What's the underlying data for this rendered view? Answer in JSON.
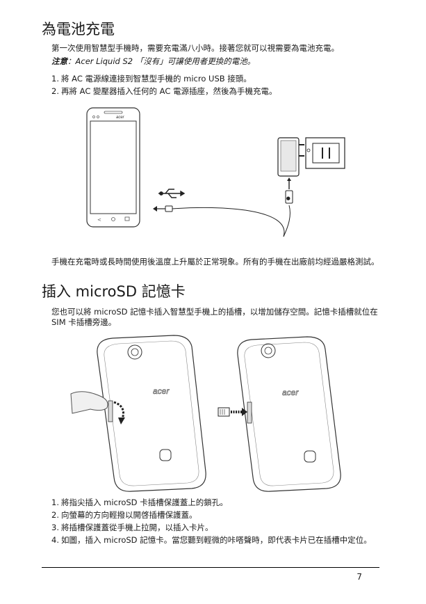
{
  "section1": {
    "title": "為電池充電",
    "intro": "第一次使用智慧型手機時，需要充電滿八小時。接著您就可以視需要為電池充電。",
    "note_label": "注意",
    "note_text": "：Acer Liquid S2 「沒有」可讓使用者更換的電池。",
    "steps": [
      {
        "num": "1.",
        "text": "將 AC 電源線連接到智慧型手機的 micro USB 接頭。"
      },
      {
        "num": "2.",
        "text": "再將 AC 變壓器插入任何的 AC 電源插座，然後為手機充電。"
      }
    ],
    "after": "手機在充電時或長時間使用後溫度上升屬於正常現象。所有的手機在出廠前均經過嚴格測試。"
  },
  "illustration1": {
    "phone_brand": "acer",
    "usb_symbol": "⭭"
  },
  "section2": {
    "title": "插入 microSD 記憶卡",
    "intro": "您也可以將 microSD 記憶卡插入智慧型手機上的插槽，以增加儲存空間。記憶卡插槽就位在 SIM 卡插槽旁邊。",
    "steps": [
      {
        "num": "1.",
        "text": "將指尖插入 microSD 卡插槽保護蓋上的鎖孔。"
      },
      {
        "num": "2.",
        "text": "向螢幕的方向輕撥以開啓插槽保護蓋。"
      },
      {
        "num": "3.",
        "text": "將插槽保護蓋從手機上拉開，以插入卡片。"
      },
      {
        "num": "4.",
        "text": "如圖，插入 microSD 記憶卡。當您聽到輕微的咔嗒聲時，即代表卡片已在插槽中定位。"
      }
    ]
  },
  "illustration2": {
    "logo_left": "acer",
    "logo_right": "acer"
  },
  "footer": {
    "page_number": "7"
  }
}
